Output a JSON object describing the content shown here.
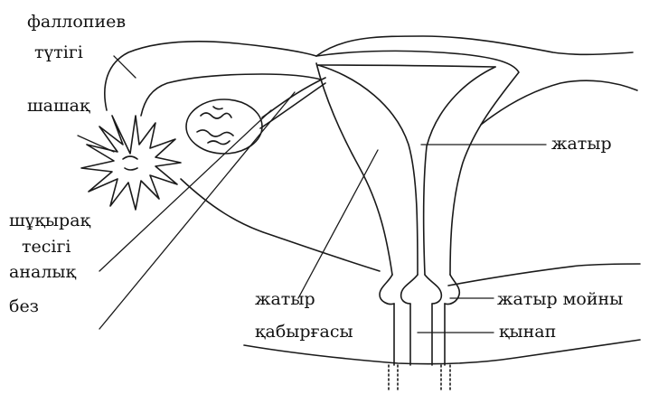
{
  "diagram": {
    "labels": {
      "fallopian_tube_line1": "фаллопиев",
      "fallopian_tube_line2": "түтігі",
      "fimbria": "шашақ",
      "ovulation_opening_line1": "шұқырақ",
      "ovulation_opening_line2": "тесігі",
      "ovary_line1": "аналық",
      "ovary_line2": "без",
      "uterus": "жатыр",
      "uterine_wall_line1": "жатыр",
      "uterine_wall_line2": "қабырғасы",
      "cervix": "жатыр мойны",
      "vagina": "қынап"
    }
  },
  "colors": {
    "line": "#1a1a1a",
    "background": "#ffffff",
    "text": "#111111"
  }
}
